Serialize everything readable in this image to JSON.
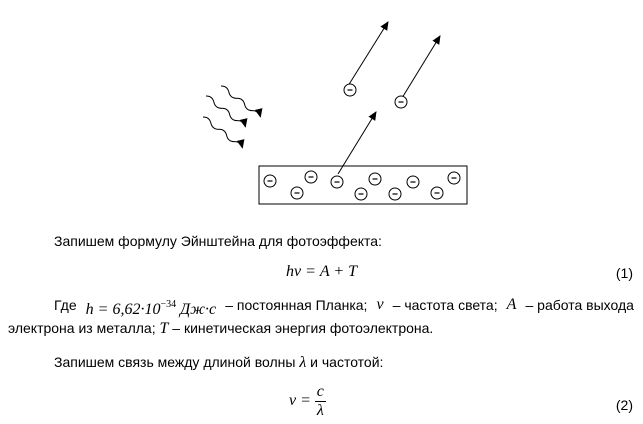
{
  "diagram": {
    "electron_symbol": "-"
  },
  "paragraph1": "Запишем формулу Эйнштейна для фотоэффекта:",
  "equation1": {
    "lhs": "hν = A + T",
    "number": "(1)"
  },
  "definitions": {
    "where": "Где",
    "h_value": "h = 6,62·10",
    "h_exp": "−34",
    "h_unit": "Дж·с",
    "h_desc": "– постоянная Планка;",
    "nu_sym": "ν",
    "nu_desc": "– частота света;",
    "A_sym": "A",
    "A_desc": "– работа выхода",
    "line2_start": "электрона из металла;",
    "T_sym": "T",
    "T_desc": "– кинетическая энергия фотоэлектрона."
  },
  "paragraph2": {
    "before": "Запишем связь между длиной волны",
    "lambda": "λ",
    "after": "и частотой:"
  },
  "equation2": {
    "lhs": "ν =",
    "numerator": "c",
    "denominator": "λ",
    "number": "(2)"
  }
}
